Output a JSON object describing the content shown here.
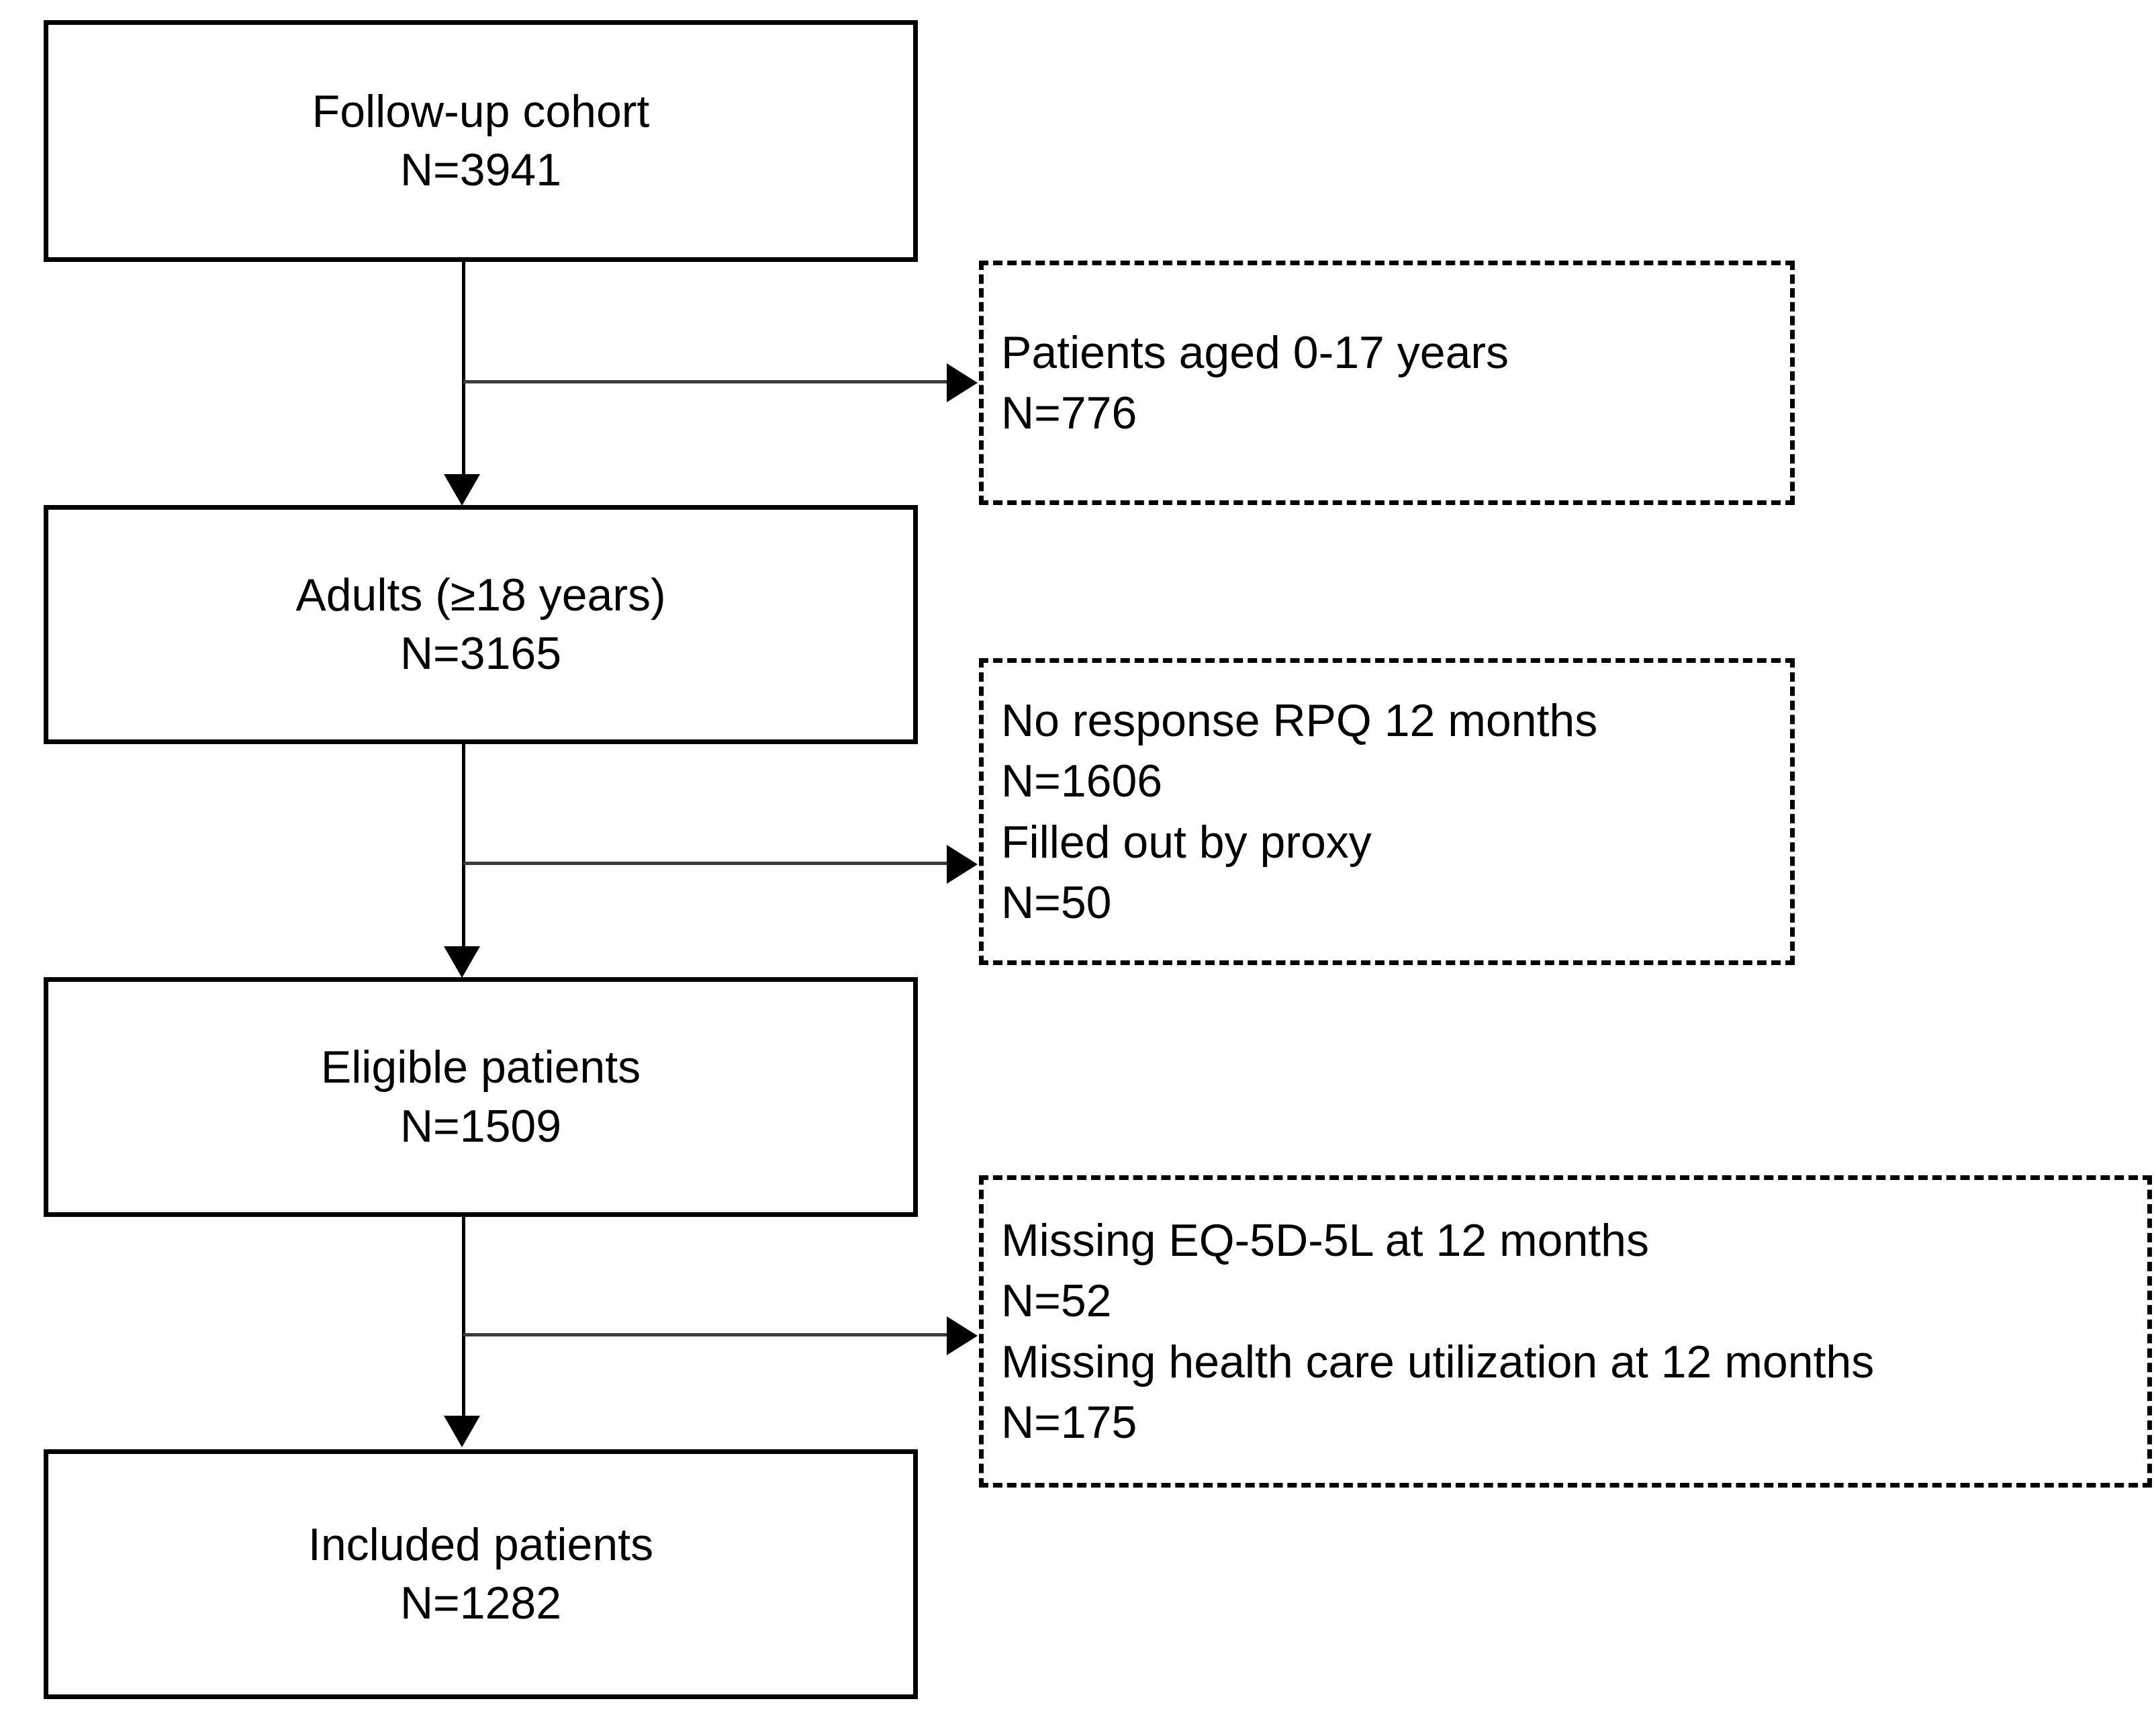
{
  "figure": {
    "type": "flowchart",
    "orientation": "vertical",
    "accent_color": "#000000",
    "background_color": "#ffffff",
    "included_box_style": "solid",
    "excluded_box_style": "dashed"
  },
  "nodes": [
    {
      "id": "follow-up-cohort",
      "title": "Follow-up cohort",
      "count_label": "N=3941",
      "count": 3941
    },
    {
      "id": "adults",
      "title": "Adults (≥18 years)",
      "count_label": "N=3165",
      "count": 3165
    },
    {
      "id": "eligible-patients",
      "title": "Eligible patients",
      "count_label": "N=1509",
      "count": 1509
    },
    {
      "id": "included-patients",
      "title": "Included patients",
      "count_label": "N=1282",
      "count": 1282
    }
  ],
  "exclusions": [
    {
      "id": "exclusion-age",
      "line1": "Patients aged 0-17 years",
      "line2": "N=776",
      "line3": "",
      "line4": ""
    },
    {
      "id": "exclusion-rpq",
      "line1": "No response RPQ 12 months",
      "line2": "N=1606",
      "line3": "Filled out by proxy",
      "line4": "N=50"
    },
    {
      "id": "exclusion-missing-data",
      "line1": "Missing EQ-5D-5L at 12 months",
      "line2": "N=52",
      "line3": "Missing health care utilization at 12 months",
      "line4": "N=175"
    }
  ]
}
